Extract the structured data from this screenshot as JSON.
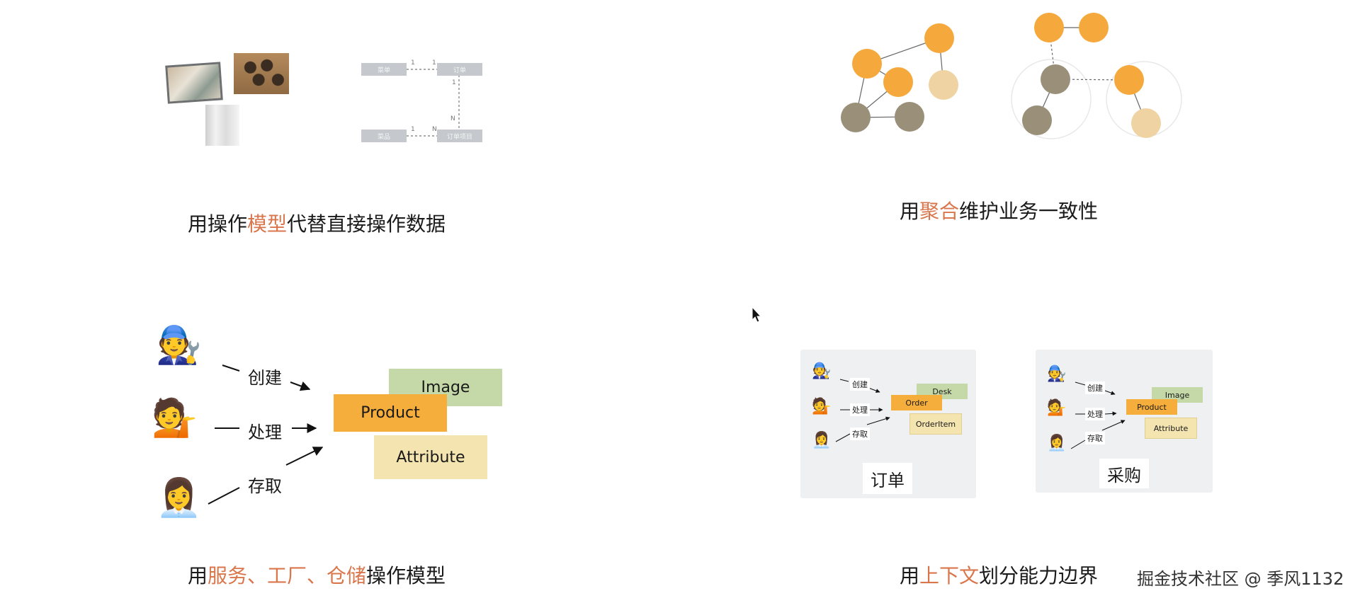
{
  "q1": {
    "er": {
      "boxes": [
        "菜单",
        "订单",
        "菜品",
        "订单项目"
      ],
      "card": [
        "1",
        "1",
        "1",
        "N",
        "1",
        "N"
      ]
    },
    "caption": {
      "pre": "用操作",
      "hl": "模型",
      "post": "代替直接操作数据"
    }
  },
  "q2": {
    "caption": {
      "pre": "用",
      "hl": "聚合",
      "post": "维护业务一致性"
    },
    "colors": {
      "orange": "#f5a93c",
      "peach": "#efd3a2",
      "taupe": "#9a8f78"
    }
  },
  "q3": {
    "actions": [
      "创建",
      "处理",
      "存取"
    ],
    "boxes": {
      "product": "Product",
      "image": "Image",
      "attribute": "Attribute"
    },
    "colors": {
      "product": "#f5ad3c",
      "image": "#c5d9a8",
      "attribute": "#f3e4b0"
    },
    "caption": {
      "pre": "用",
      "hl": "服务、工厂、仓储",
      "post": "操作模型"
    }
  },
  "q4": {
    "panel1": {
      "actions": [
        "创建",
        "处理",
        "存取"
      ],
      "boxes": [
        "Order",
        "Desk",
        "OrderItem"
      ],
      "label": "订单"
    },
    "panel2": {
      "actions": [
        "创建",
        "处理",
        "存取"
      ],
      "boxes": [
        "Product",
        "Image",
        "Attribute"
      ],
      "label": "采购"
    },
    "caption": {
      "pre": "用",
      "hl": "上下文",
      "post": "划分能力边界"
    }
  },
  "watermark": "掘金技术社区 @ 季风1132"
}
